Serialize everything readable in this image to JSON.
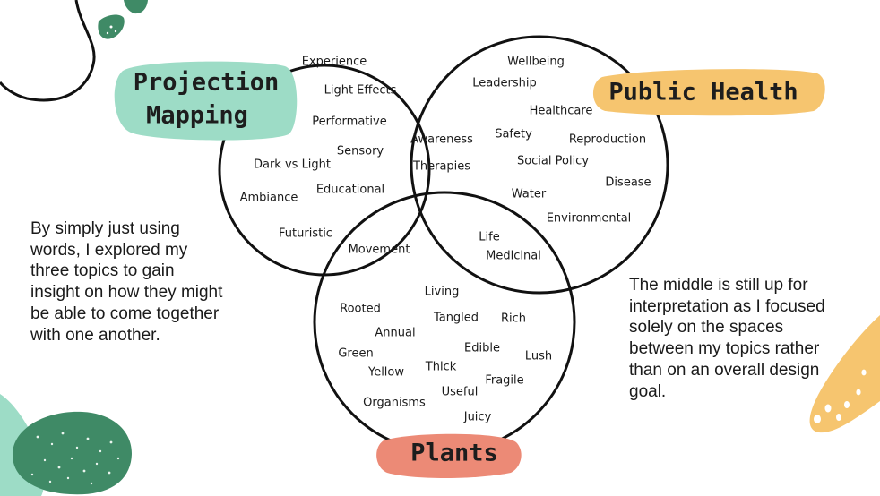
{
  "topics": {
    "projection_mapping": {
      "line1": "Projection",
      "line2": "Mapping"
    },
    "public_health": "Public Health",
    "plants": "Plants"
  },
  "words": {
    "projection_mapping_only": [
      "Experience",
      "Light Effects",
      "Performative",
      "Sensory",
      "Dark vs Light",
      "Educational",
      "Ambiance",
      "Futuristic"
    ],
    "public_health_only": [
      "Wellbeing",
      "Leadership",
      "Healthcare",
      "Safety",
      "Reproduction",
      "Social Policy",
      "Disease",
      "Water",
      "Environmental"
    ],
    "projection_and_health": [
      "Awareness",
      "Therapies"
    ],
    "projection_and_plants": [
      "Movement"
    ],
    "health_and_plants": [
      "Life",
      "Medicinal"
    ],
    "plants_only": [
      "Living",
      "Rooted",
      "Tangled",
      "Rich",
      "Annual",
      "Edible",
      "Green",
      "Lush",
      "Thick",
      "Yellow",
      "Fragile",
      "Useful",
      "Organisms",
      "Juicy"
    ]
  },
  "paragraphs": {
    "left": "By simply just using words, I explored my three topics to gain insight on how they might be able to come together with one another.",
    "right": "The middle is still up for interpretation as I focused solely on the spaces between my topics rather than on an overall design goal."
  },
  "colors": {
    "projection_mapping_label": "#9ddcc6",
    "public_health_label": "#f6c56f",
    "plants_label": "#ec8a76",
    "dark_green_blob": "#3f8a66",
    "teal_blob": "#9ddcc6",
    "yellow_blob": "#f6c56f",
    "circle_stroke": "#111111"
  }
}
